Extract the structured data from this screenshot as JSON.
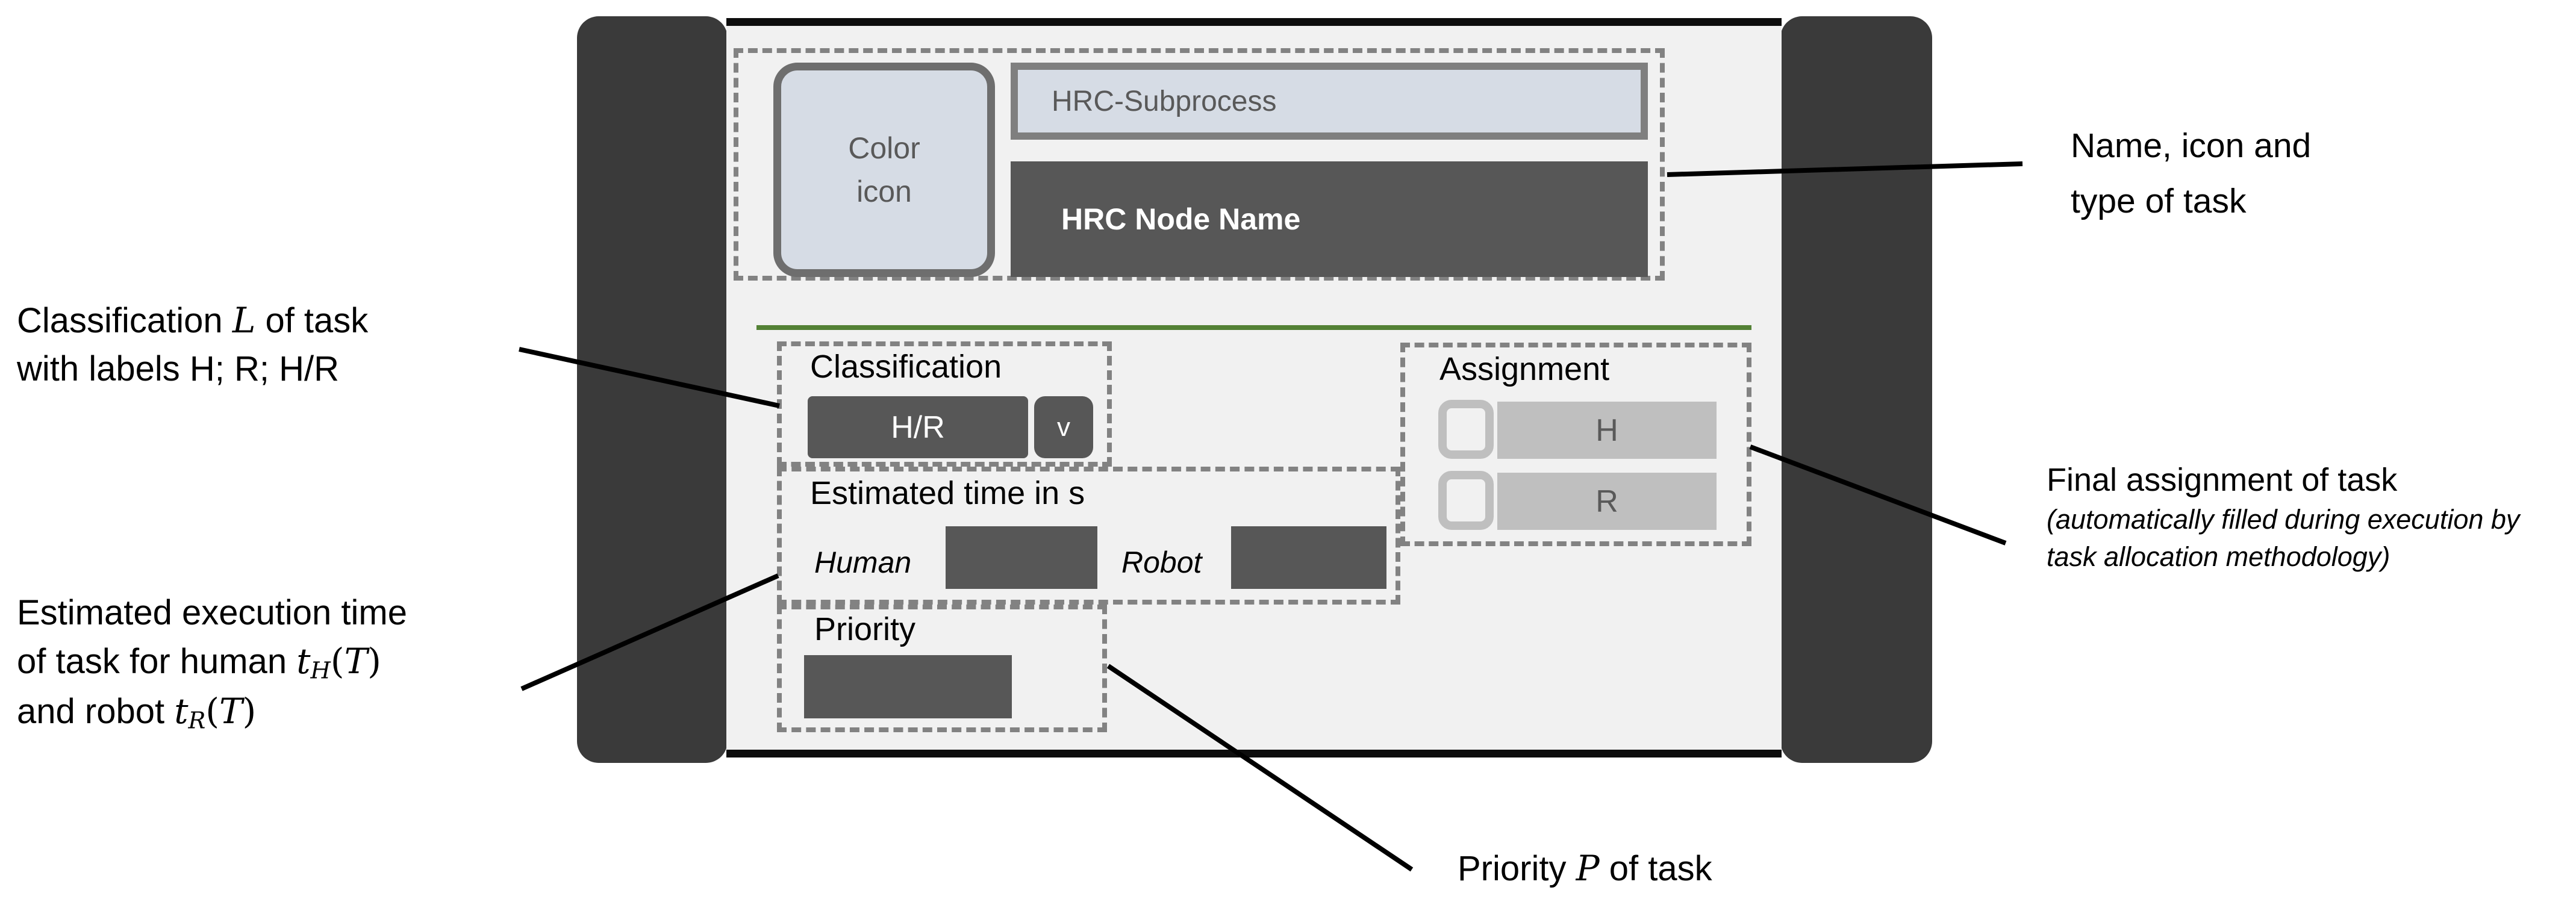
{
  "card": {
    "header": {
      "color_icon_label": "Color\nicon",
      "subprocess_label": "HRC-Subprocess",
      "node_name": "HRC Node Name"
    },
    "classification": {
      "title": "Classification",
      "dropdown_value": "H/R",
      "dropdown_caret": "v"
    },
    "estimated_time": {
      "title": "Estimated time in s",
      "human_label": "Human",
      "robot_label": "Robot"
    },
    "assignment": {
      "title": "Assignment",
      "options": [
        {
          "label": "H"
        },
        {
          "label": "R"
        }
      ]
    },
    "priority": {
      "title": "Priority"
    }
  },
  "annotations": {
    "name_type": {
      "line1": "Name, icon and",
      "line2": "type of task"
    },
    "classification": {
      "line1_pre": "Classification ",
      "line1_var": "L",
      "line1_post": " of task",
      "line2": "with labels H; R; H/R"
    },
    "time": {
      "line1": "Estimated execution time",
      "line2_pre": "of task for human ",
      "line3_pre": "and robot ",
      "t": "t",
      "sub_h": "H",
      "sub_r": "R",
      "open": "(",
      "T": "T",
      "close": ")"
    },
    "assignment": {
      "line1": "Final assignment of task",
      "line2": "(automatically filled during execution by",
      "line3": "task allocation methodology)"
    },
    "priority": {
      "pre": "Priority ",
      "var": "P",
      "post": " of task"
    }
  },
  "colors": {
    "side_bar": "#3a3a3a",
    "panel_background": "#f1f1f1",
    "panel_border": "#0d0d0d",
    "dark_fill": "#575757",
    "light_blue": "#d6dce5",
    "gray_bar": "#bfbfbf",
    "dashed_border": "#828282",
    "green_divider": "#538135",
    "label_gray": "#595959"
  }
}
